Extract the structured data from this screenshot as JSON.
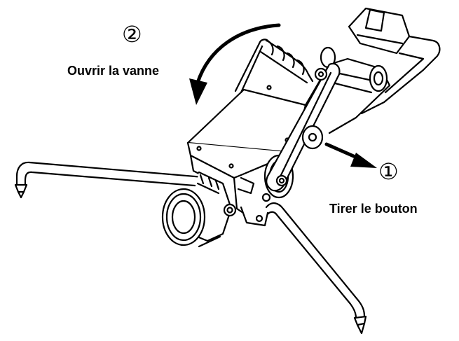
{
  "steps": [
    {
      "number": "②",
      "label": "Ouvrir la vanne"
    },
    {
      "number": "①",
      "label": "Tirer le bouton"
    }
  ],
  "colors": {
    "ink": "#000000",
    "background": "#ffffff"
  }
}
